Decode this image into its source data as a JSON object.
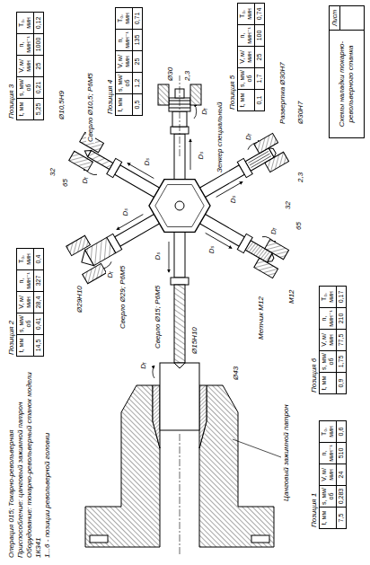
{
  "diagram": {
    "nodes": [
      {
        "text": [
          "Позиция 1",
          "t, мм",
          "s, мм/об",
          "V, м/мин",
          "n, мин⁻¹",
          "T₀, мин",
          "7,5",
          "0,283",
          "24",
          "510",
          "0,6"
        ]
      },
      {
        "text": [
          "Позиция 2",
          "t, мм",
          "s, мм/об",
          "V, м/мин",
          "n, мин⁻¹",
          "T₀, мин",
          "14,5",
          "0,41",
          "28,4",
          "327",
          "0,4"
        ]
      },
      {
        "text": [
          "Позиция 3",
          "t, мм",
          "s, мм/об",
          "V, м/мин",
          "n, мин⁻¹",
          "T₀, мин",
          "5,25",
          "0,21",
          "25",
          "1000",
          "0,12"
        ]
      },
      {
        "text": [
          "Позиция 4",
          "t, мм",
          "s, мм/об",
          "V, м/мин",
          "n, мин⁻¹",
          "T₀, мин",
          "0,5",
          "1,2",
          "25",
          "135",
          "0,71"
        ]
      },
      {
        "text": [
          "Позиция 5",
          "t, мм",
          "s, мм/об",
          "V, м/мин",
          "n, мин⁻¹",
          "T₀, мин",
          "0,1",
          "1,7",
          "25",
          "100",
          "0,74"
        ]
      },
      {
        "text": [
          "Позиция 6",
          "t, мм",
          "s, мм/об",
          "V, м/мин",
          "n, мин⁻¹",
          "T₀, мин",
          "0,9",
          "1,75",
          "77,5",
          "210",
          "0,17"
        ]
      },
      {
        "text": [
          "Схемы наладки токарно-револьверного станка",
          "Лист"
        ]
      }
    ],
    "labels": [
      "Операция 015; Токарно-револьверная",
      "Приспособление: цанговый зажимной патрон",
      "Оборудование: токарно-револьверный станок модели 1К341",
      "1...6 - позиции револьверной головки",
      "Цанговый зажимной патрон",
      "Сверло Ø15; Р6М5",
      "Сверло Ø29; Р6М5",
      "Сверло Ø10,5; Р6М5",
      "Зенкер специальный",
      "Развертка Ø30Н7",
      "Метчик М12",
      "Ø15Н10",
      "Ø43",
      "Ø29Н10",
      "Ø10,5Н9",
      "65",
      "32",
      "Ø30",
      "2,3",
      "Ø30Н7",
      "2,3",
      "М12",
      "65",
      "32",
      "Dᵣ",
      "Dₛ",
      "Dₛ",
      "Dᵣ",
      "Dₛ",
      "Dᵣ",
      "Dₛ",
      "Dᵣ",
      "Dₛ",
      "Dᵣ",
      "Dₛ",
      "Dᵣ"
    ]
  }
}
